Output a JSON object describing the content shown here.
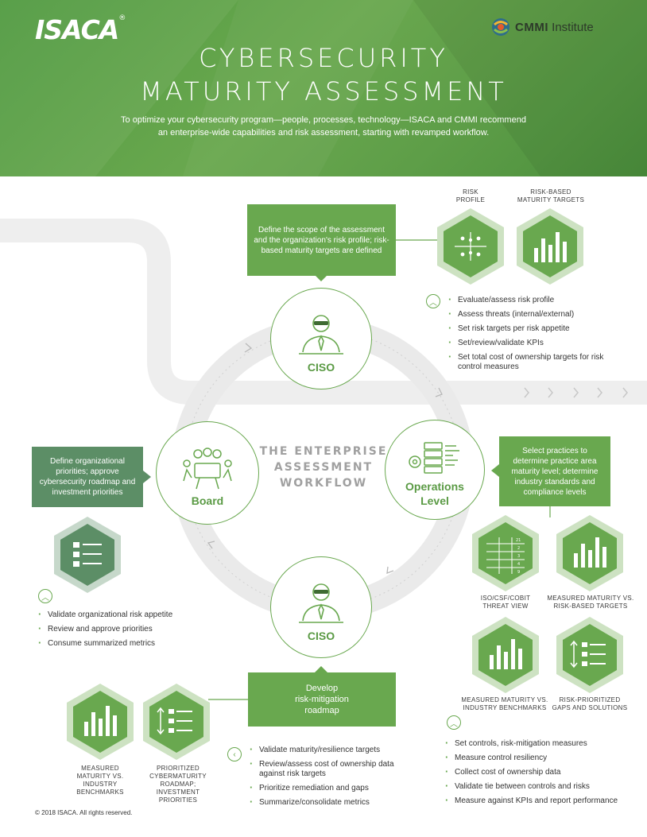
{
  "header": {
    "brand_left": "ISACA",
    "brand_right_bold": "CMMI",
    "brand_right_rest": "Institute",
    "title_line1": "CYBERSECURITY",
    "title_line2": "MATURITY ASSESSMENT",
    "subtitle": "To optimize your cybersecurity program—people, processes, technology—ISACA and CMMI recommend an enterprise-wide capabilities and risk assessment, starting with revamped workflow."
  },
  "workflow": {
    "center_line1": "THE ENTERPRISE",
    "center_line2": "ASSESSMENT",
    "center_line3": "WORKFLOW"
  },
  "nodes": {
    "ciso_top": "CISO",
    "operations_line1": "Operations",
    "operations_line2": "Level",
    "ciso_bottom": "CISO",
    "board": "Board"
  },
  "callouts": {
    "top": "Define the scope of the assessment and the organization's risk profile; risk-based maturity targets are defined",
    "right": "Select practices to determine practice area maturity level; determine industry standards and compliance levels",
    "left": "Define organizational priorities; approve cybersecurity roadmap and investment priorities",
    "bottom_line1": "Develop",
    "bottom_line2": "risk-mitigation",
    "bottom_line3": "roadmap"
  },
  "hex_labels": {
    "risk_profile_1": "RISK",
    "risk_profile_2": "PROFILE",
    "risk_based_1": "RISK-BASED",
    "risk_based_2": "MATURITY TARGETS",
    "iso_1": "ISO/CSF/COBIT",
    "iso_2": "THREAT VIEW",
    "mm_targets_1": "MEASURED MATURITY VS.",
    "mm_targets_2": "RISK-BASED TARGETS",
    "mm_industry_1": "MEASURED MATURITY VS.",
    "mm_industry_2": "INDUSTRY BENCHMARKS",
    "gaps_1": "RISK-PRIORITIZED",
    "gaps_2": "GAPS AND SOLUTIONS",
    "bl_1": "MEASURED",
    "bl_2": "MATURITY VS.",
    "bl_3": "INDUSTRY",
    "bl_4": "BENCHMARKS",
    "br_1": "PRIORITIZED",
    "br_2": "CYBERMATURITY",
    "br_3": "ROADMAP;",
    "br_4": "INVESTMENT",
    "br_5": "PRIORITIES"
  },
  "bullets": {
    "ciso_top": [
      "Evaluate/assess risk profile",
      "Assess threats (internal/external)",
      "Set risk targets per risk appetite",
      "Set/review/validate KPIs",
      "Set total cost of ownership targets for risk control measures"
    ],
    "board": [
      "Validate organizational risk appetite",
      "Review and approve priorities",
      "Consume summarized metrics"
    ],
    "ciso_bottom": [
      "Validate maturity/resilience targets",
      "Review/assess cost of ownership data against risk targets",
      "Prioritize remediation and gaps",
      "Summarize/consolidate metrics"
    ],
    "operations": [
      "Set controls, risk-mitigation measures",
      "Measure control resiliency",
      "Collect cost of ownership data",
      "Validate tie between controls and risks",
      "Measure against KPIs and report performance"
    ]
  },
  "grid_numbers": [
    "21",
    "2",
    "3",
    "4",
    "9"
  ],
  "footer": "© 2018 ISACA. All rights reserved.",
  "colors": {
    "green": "#69a84f",
    "dark_green": "#5c8e66",
    "light_gray": "#e4e4e4"
  }
}
